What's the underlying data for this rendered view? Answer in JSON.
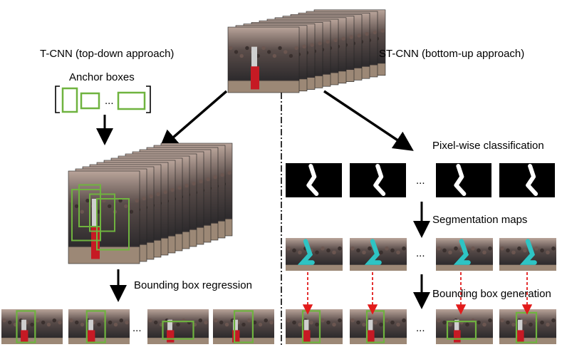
{
  "left_approach_title": "T-CNN (top-down approach)",
  "right_approach_title": "ST-CNN (bottom-up approach)",
  "anchor_boxes_label": "Anchor boxes",
  "anchor_ellipsis": "...",
  "bbox_regression_label": "Bounding box regression",
  "pixelwise_label": "Pixel-wise classification",
  "segmentation_label": "Segmentation maps",
  "bbox_generation_label": "Bounding box generation",
  "row_ellipsis": "...",
  "colors": {
    "box_green": "#6fb33f",
    "mask_cyan": "#2ec4c4",
    "dashed_red": "#e21b1b",
    "arrow_black": "#000000",
    "subject_red": "#c61a24"
  }
}
